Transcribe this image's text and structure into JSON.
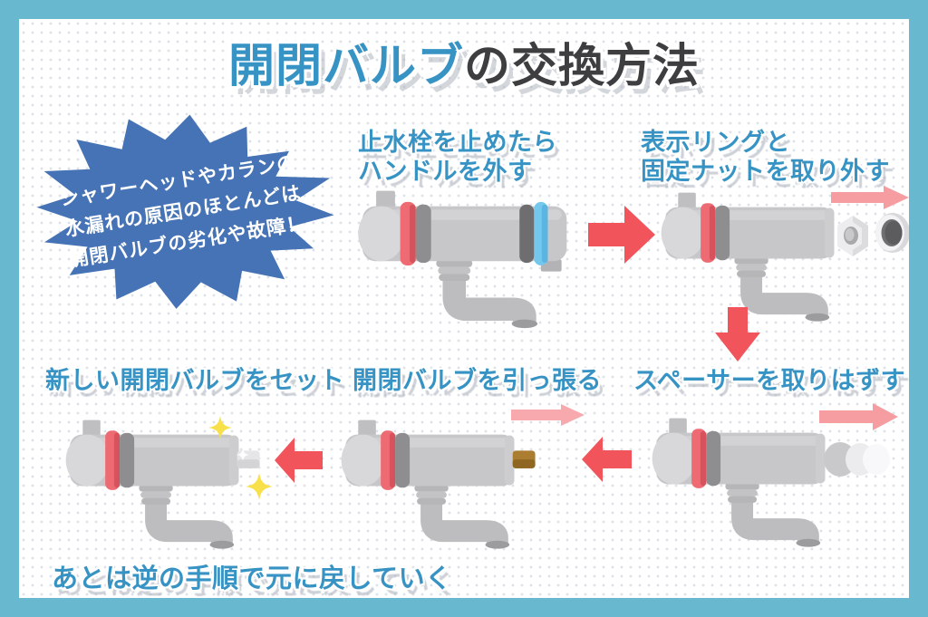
{
  "title": {
    "highlight": "開閉バルブ",
    "rest": "の交換方法"
  },
  "callout": {
    "lines": [
      "シャワーヘッドやカランの",
      "水漏れの原因のほとんどは",
      "開閉バルブの劣化や故障！"
    ]
  },
  "steps": [
    {
      "name": "remove-handle",
      "lines": [
        "止水栓を止めたら",
        "ハンドルを外す"
      ]
    },
    {
      "name": "remove-ring-and-nut",
      "lines": [
        "表示リングと",
        "固定ナットを取り外す"
      ]
    },
    {
      "name": "remove-spacer",
      "lines": [
        "スペーサーを取りはずす"
      ]
    },
    {
      "name": "pull-valve",
      "lines": [
        "開閉バルブを引っ張る"
      ]
    },
    {
      "name": "set-new-valve",
      "lines": [
        "新しい開閉バルブをセット"
      ]
    }
  ],
  "footer": {
    "text": "あとは逆の手順で元に戻していく"
  },
  "colors": {
    "frame_teal": "#68b9cf",
    "accent_blue": "#3793c4",
    "title_dark": "#3e3e40",
    "callout_blue": "#4573b5",
    "arrow_red": "#f2545c",
    "arrow_pink": "#f59da1",
    "sparkle_yellow": "#f8e04b",
    "faucet_gray": "#c7c7c9",
    "temperature_ring_red": "#ee6b73",
    "handle_ring_blue": "#74c8ec",
    "old_valve_stem_brown": "#aa7d30"
  }
}
